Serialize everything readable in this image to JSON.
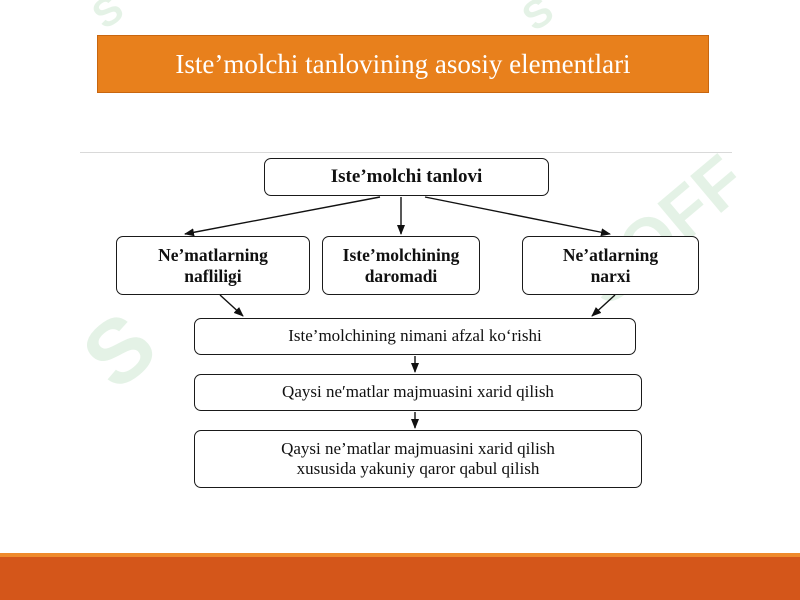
{
  "title": "Iste’molchi tanlovining asosiy elementlari",
  "diagram": {
    "root": "Iste’molchi tanlovi",
    "level2": [
      {
        "line1": "Ne’matlarning",
        "line2": "nafliligi"
      },
      {
        "line1": "Iste’molchining",
        "line2": "daromadi"
      },
      {
        "line1": "Ne’atlarning",
        "line2": "narxi"
      }
    ],
    "step1": "Iste’molchining nimani afzal ko‘rishi",
    "step2": "Qaysi  ne′matlar  majmuasini xarid  qilish",
    "step3": {
      "line1": "Qaysi  ne’matlar  majmuasini xarid  qilish",
      "line2": "xususida yakuniy qaror qabul  qilish"
    }
  },
  "colors": {
    "title_bg": "#e8801c",
    "footer_bg": "#d4561a",
    "box_border": "#1a1a1a"
  }
}
